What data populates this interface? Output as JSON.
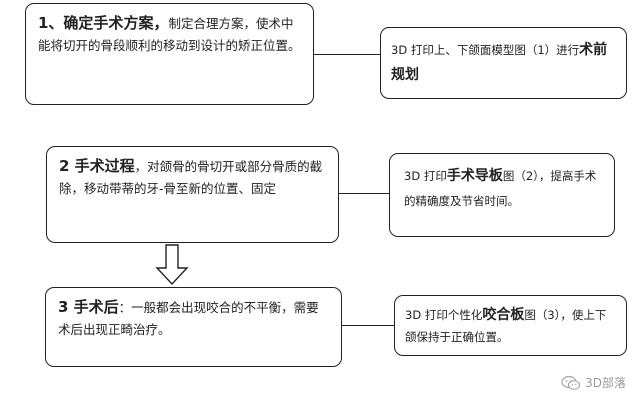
{
  "steps": [
    {
      "head": "1、确定手术方案，",
      "body": "制定合理方案，使术中能将切开的骨段顺利的移动到设计的矫正位置。"
    },
    {
      "head": "2 手术过程",
      "body": "，对颌骨的骨切开或部分骨质的截除，移动带蒂的牙-骨至新的位置、固定"
    },
    {
      "head": "3 手术后",
      "body": "：一般都会出现咬合的不平衡，需要术后出现正畸治疗。"
    }
  ],
  "notes": [
    {
      "pre": "3D 打印上、下颌面模型图（1）进行",
      "bold": "术前规划",
      "post": ""
    },
    {
      "pre": "3D 打印",
      "bold": "手术导板",
      "post": "图（2），提高手术的精确度及节省时间。"
    },
    {
      "pre": "3D 打印个性化",
      "bold": "咬合板",
      "post": "图（3），使上下颌保持于正确位置。"
    }
  ],
  "watermark": {
    "icon": "wechat-icon",
    "text": "3D部落"
  }
}
